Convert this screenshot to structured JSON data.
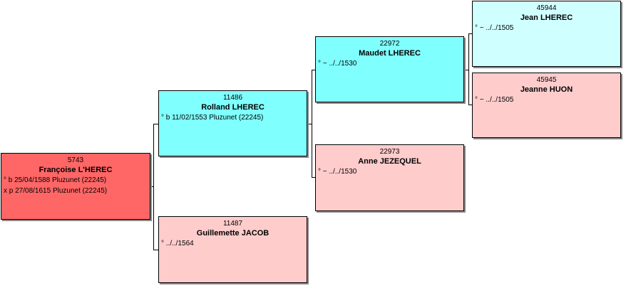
{
  "colors": {
    "root": "#ff6666",
    "male": "#80ffff",
    "female": "#ffcccc",
    "male_light": "#d0ffff",
    "border": "#000000"
  },
  "people": {
    "p5743": {
      "sosa": "5743",
      "name": "Françoise L'HEREC",
      "events": [
        "° b 25/04/1588 Pluzunet (22245)",
        "x p 27/08/1615 Pluzunet (22245)"
      ]
    },
    "p11486": {
      "sosa": "11486",
      "name": "Rolland LHEREC",
      "events": [
        "° b 11/02/1553 Pluzunet (22245)"
      ]
    },
    "p11487": {
      "sosa": "11487",
      "name": "Guillemette JACOB",
      "events": [
        "° ../../1564"
      ]
    },
    "p22972": {
      "sosa": "22972",
      "name": "Maudet LHEREC",
      "events": [
        "° ~ ../../1530"
      ]
    },
    "p22973": {
      "sosa": "22973",
      "name": "Anne JEZEQUEL",
      "events": [
        "° ~ ../../1530"
      ]
    },
    "p45944": {
      "sosa": "45944",
      "name": "Jean LHEREC",
      "events": [
        "° ~ ../../1505"
      ]
    },
    "p45945": {
      "sosa": "45945",
      "name": "Jeanne HUON",
      "events": [
        "° ~ ../../1505"
      ]
    }
  }
}
